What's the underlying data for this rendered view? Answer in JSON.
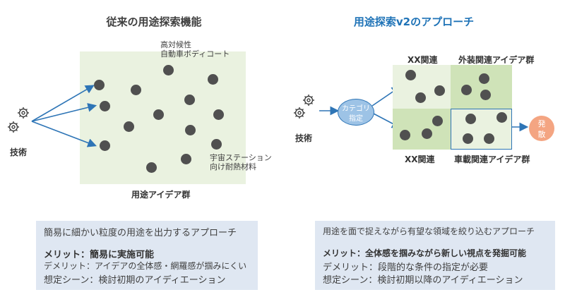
{
  "left": {
    "title": "従来の用途探索機能",
    "gear_label": "技術",
    "top_annotation_1": "高対候性",
    "top_annotation_2": "自動車ボディコート",
    "right_annotation_1": "宇宙ステーション",
    "right_annotation_2": "向け耐熱材料",
    "bottom_label": "用途アイデア群",
    "info": {
      "line1": "簡易に細かい粒度の用途を出力するアプローチ",
      "merit": "メリット：簡易に実施可能",
      "demerit": "デメリット：アイデアの全体感・網羅感が掴みにくい",
      "scene": "想定シーン：検討初期のアイディエーション"
    }
  },
  "right": {
    "title": "用途探索v2のアプローチ",
    "gear_label": "技術",
    "category_bubble_1": "カテゴリ",
    "category_bubble_2": "指定",
    "label_tl": "XX関連",
    "label_tr": "外装関連アイデア群",
    "label_bl": "XX関連",
    "label_br": "車載関連アイデア群",
    "diverge_1": "発",
    "diverge_2": "散",
    "info": {
      "line1": "用途を面で捉えながら有望な領域を絞り込むアプローチ",
      "merit": "メリット：全体感を掴みながら新しい視点を発掘可能",
      "demerit": "デメリット：段階的な条件の指定が必要",
      "scene": "想定シーン：検討初期以降のアイディエーション"
    }
  },
  "colors": {
    "arrow_blue": "#2e75b6",
    "panel_green": "#eaf2e0",
    "cell_green_dark": "#cfe3b8",
    "dot": "#505050",
    "diverge_orange": "#f4a582",
    "info_bg": "#dfe7f2"
  }
}
